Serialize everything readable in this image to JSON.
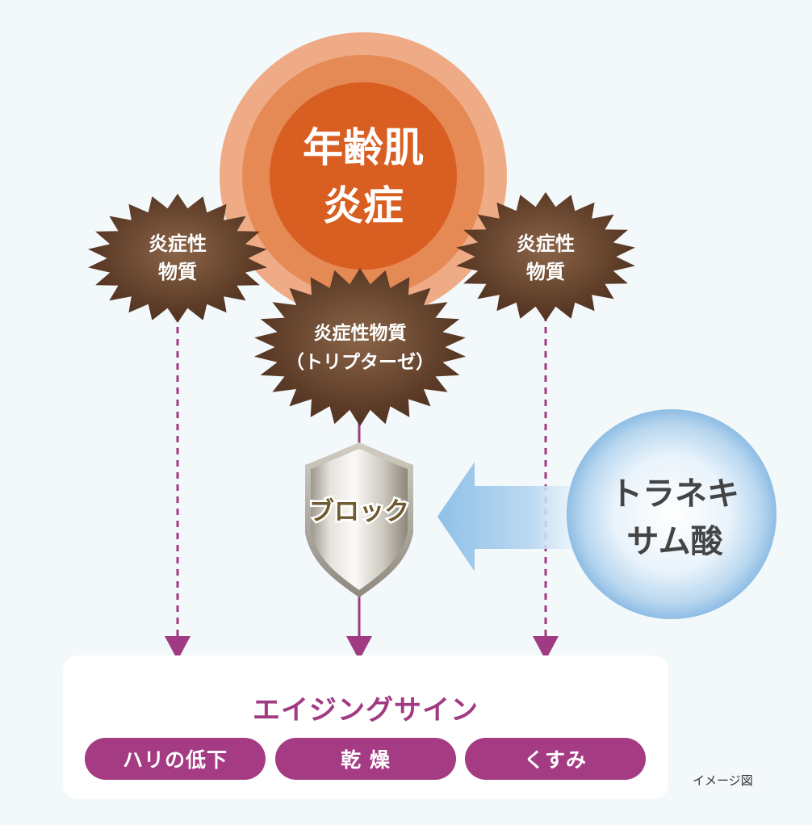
{
  "core": {
    "line1": "年齢肌",
    "line2": "炎症",
    "colors": {
      "outer": "#efab86",
      "mid": "#e58a55",
      "inner": "#d95e22"
    }
  },
  "left_burst": {
    "line1": "炎症性",
    "line2": "物質"
  },
  "right_burst": {
    "line1": "炎症性",
    "line2": "物質"
  },
  "center_burst": {
    "line1": "炎症性物質",
    "line2": "（トリプターゼ）"
  },
  "shield": {
    "label": "ブロック"
  },
  "agent": {
    "line1": "トラネキ",
    "line2": "サム酸"
  },
  "signs": {
    "title": "エイジングサイン",
    "items": [
      {
        "label": "ハリの低下"
      },
      {
        "label": "乾 燥"
      },
      {
        "label": "くすみ"
      }
    ]
  },
  "caption": "イメージ図",
  "colors": {
    "burst": "#6e4a33",
    "arrow": "#a03a82",
    "pill": "#a53b83"
  }
}
